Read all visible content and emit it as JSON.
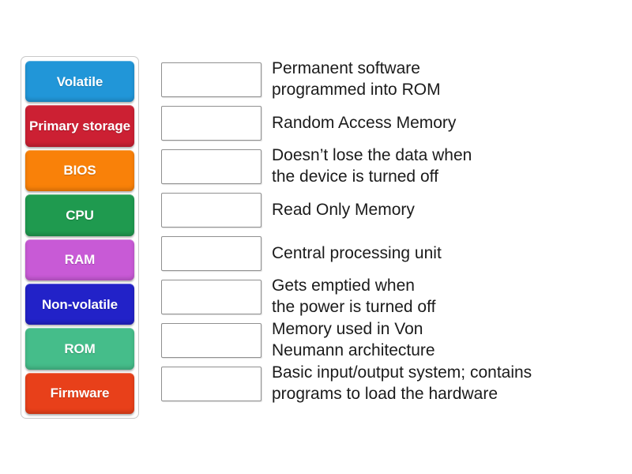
{
  "activity": {
    "type": "match-up",
    "background_color": "#ffffff"
  },
  "tiles_panel": {
    "name": "draggable-tiles-panel",
    "border_color": "#c9c9c9",
    "tiles": [
      {
        "label": "Volatile",
        "color": "#2196d8",
        "text_color": "#ffffff"
      },
      {
        "label": "Primary\nstorage",
        "color": "#cc2033",
        "text_color": "#ffffff"
      },
      {
        "label": "BIOS",
        "color": "#f98109",
        "text_color": "#ffffff"
      },
      {
        "label": "CPU",
        "color": "#1f9a4f",
        "text_color": "#ffffff"
      },
      {
        "label": "RAM",
        "color": "#c85ad6",
        "text_color": "#ffffff"
      },
      {
        "label": "Non-volatile",
        "color": "#2222c8",
        "text_color": "#ffffff"
      },
      {
        "label": "ROM",
        "color": "#45bd8a",
        "text_color": "#ffffff"
      },
      {
        "label": "Firmware",
        "color": "#e8401a",
        "text_color": "#ffffff"
      }
    ]
  },
  "rows": [
    {
      "dropzone_value": "",
      "dropzone_placeholder": "",
      "text": "Permanent software\nprogrammed into ROM"
    },
    {
      "dropzone_value": "",
      "dropzone_placeholder": "",
      "text": "Random Access Memory"
    },
    {
      "dropzone_value": "",
      "dropzone_placeholder": "",
      "text": "Doesn’t lose the data when\nthe device is turned off"
    },
    {
      "dropzone_value": "",
      "dropzone_placeholder": "",
      "text": "Read Only Memory"
    },
    {
      "dropzone_value": "",
      "dropzone_placeholder": "",
      "text": "Central processing unit"
    },
    {
      "dropzone_value": "",
      "dropzone_placeholder": "",
      "text": "Gets emptied when\nthe power is turned off"
    },
    {
      "dropzone_value": "",
      "dropzone_placeholder": "",
      "text": "Memory used in Von\nNeumann architecture"
    },
    {
      "dropzone_value": "",
      "dropzone_placeholder": "",
      "text": "Basic input/output system; contains\nprograms to load the hardware"
    }
  ]
}
